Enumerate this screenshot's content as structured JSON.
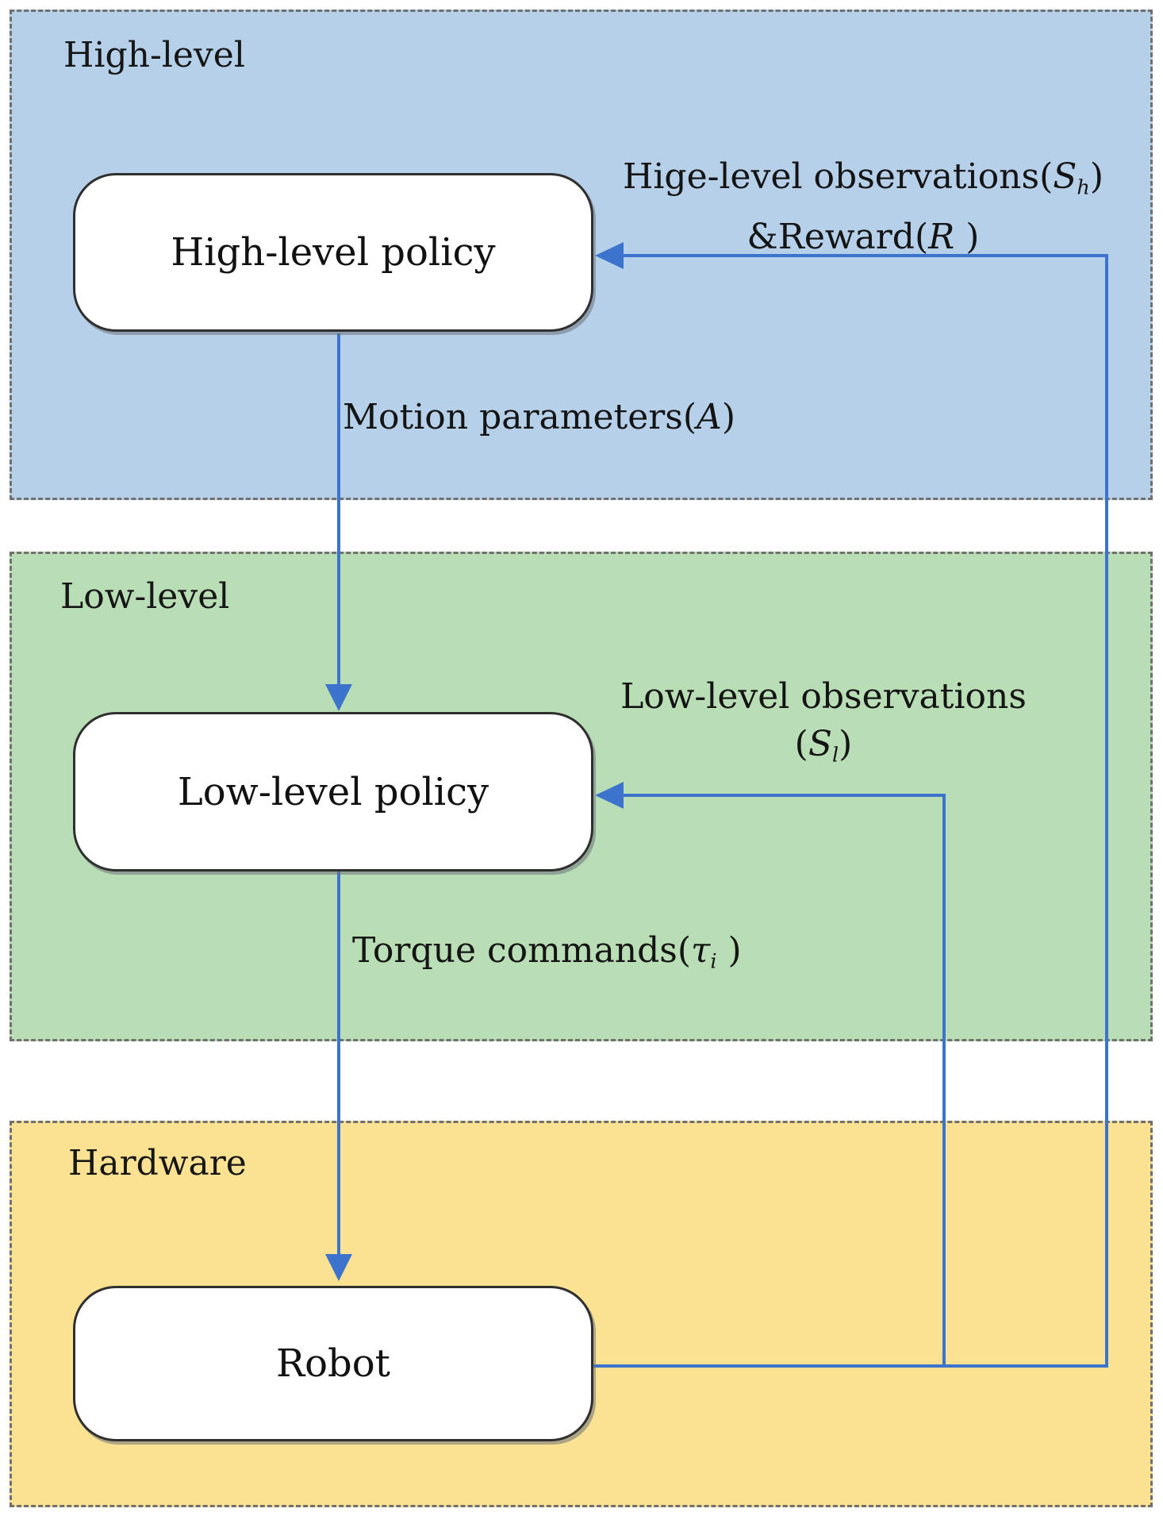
{
  "figure": {
    "type": "hierarchical-control-diagram",
    "regions": {
      "high": {
        "label": "High-level",
        "fill": "#b6d0ea"
      },
      "low": {
        "label": "Low-level",
        "fill": "#b9ddb4"
      },
      "hardware": {
        "label": "Hardware",
        "fill": "#fbe192"
      }
    },
    "nodes": {
      "high_policy": {
        "label": "High-level policy"
      },
      "low_policy": {
        "label": "Low-level policy"
      },
      "robot": {
        "label": "Robot"
      }
    },
    "edges": {
      "motion": {
        "pre": "Motion parameters(",
        "var": "A",
        "post": ")"
      },
      "torque": {
        "pre": "Torque commands(",
        "var": "τ",
        "sub": "i",
        "post": " )"
      },
      "high_obs": {
        "line1_pre": "Hige-level observations(",
        "line1_var": "S",
        "line1_sub": "h",
        "line1_post": ")",
        "line2_pre": "&Reward(",
        "line2_var": "R",
        "line2_post": " )"
      },
      "low_obs": {
        "line1": "Low-level observations",
        "line2_pre": "(",
        "line2_var": "S",
        "line2_sub": "l",
        "line2_post": ")"
      }
    },
    "colors": {
      "arrow": "#3b73cd",
      "region_border": "#707070",
      "node_border": "#2f2f2f",
      "node_fill": "#ffffff",
      "high_fill": "#b6d0ea",
      "low_fill": "#b9ddb4",
      "hardware_fill": "#fbe192"
    }
  }
}
